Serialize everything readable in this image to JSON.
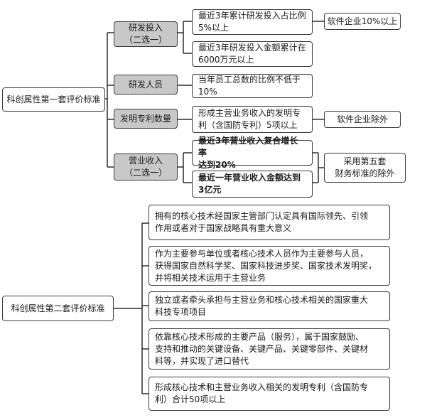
{
  "criteria_one": {
    "title": "科创属性第一套评价标准",
    "categories": [
      {
        "label": "研发投入\n（二选一）",
        "items": [
          "最近3年累计研发投入占比例\n5%以上",
          "最近3年研发投入金额累计在\n6000万元以上"
        ],
        "note": "软件企业10%以上"
      },
      {
        "label": "研发人员",
        "items": [
          "当年员工总数的比例不低于\n10%"
        ]
      },
      {
        "label": "发明专利数量",
        "items": [
          "形成主营业务收入的发明专\n利（含国防专利）5项以上"
        ],
        "note": "软件企业除外"
      },
      {
        "label": "营业收入\n（二选一）",
        "items": [
          "最近3年营业收入复合增长率\n达到20%",
          "最近一年营业收入金额达到\n3亿元"
        ],
        "note": "采用第五套\n财务标准的除外"
      }
    ]
  },
  "criteria_two": {
    "title": "科创属性第二套评价标准",
    "items": [
      "拥有的核心技术经国家主管部门认定具有国际领先、引领\n作用或者对于国家战略具有重大意义",
      "作为主要参与单位或者核心技术人员作为主要参与人员，\n获得国家自然科学奖、国家科技进步奖、国家技术发明奖，\n并将相关技术运用于主营业务",
      "独立或者牵头承担与主营业务和核心技术相关的国家重大\n科技专项项目",
      "依靠核心技术形成的主要产品（服务），属于国家鼓励、\n支持和推动的关键设备、关键产品、关键零部件、关键材\n料等，并实现了进口替代",
      "形成核心技术和主营业务收入相关的发明专利（含国防专\n利）合计50项以上"
    ]
  }
}
